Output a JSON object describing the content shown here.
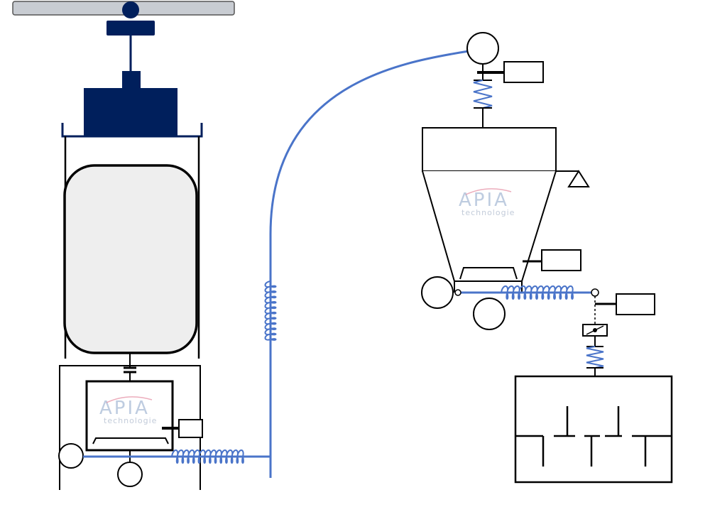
{
  "diagram": {
    "colors": {
      "line": "#000000",
      "pipe": "#4a74c9",
      "navy": "#001f5c",
      "bar": "#c8ccd2",
      "bag": "#eeeeee"
    },
    "watermarks": [
      {
        "brand": "APIA",
        "sub": "technologie"
      },
      {
        "brand": "APIA",
        "sub": "technologie"
      }
    ]
  }
}
